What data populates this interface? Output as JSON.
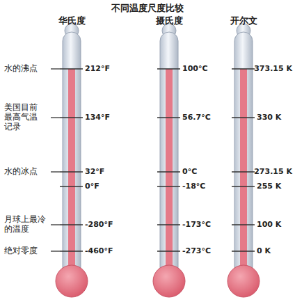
{
  "diagram": {
    "title": "不同温度尺度比较",
    "labels": [
      "华氏度",
      "摄氏度",
      "开尔文",
      "水的沸点",
      "212°F",
      "100°C",
      "373.15 K",
      "美国目前最高气温记录",
      "134°F",
      "56.7°C",
      "330 K",
      "水的冰点",
      "32°F",
      "0°C",
      "273.15 K",
      "0°F",
      "-18°C",
      "255 K",
      "月球上最冷的温度",
      "-280°F",
      "-173°C",
      "100 K",
      "绝对零度",
      "-460°F",
      "-273°C",
      "0 K"
    ]
  }
}
